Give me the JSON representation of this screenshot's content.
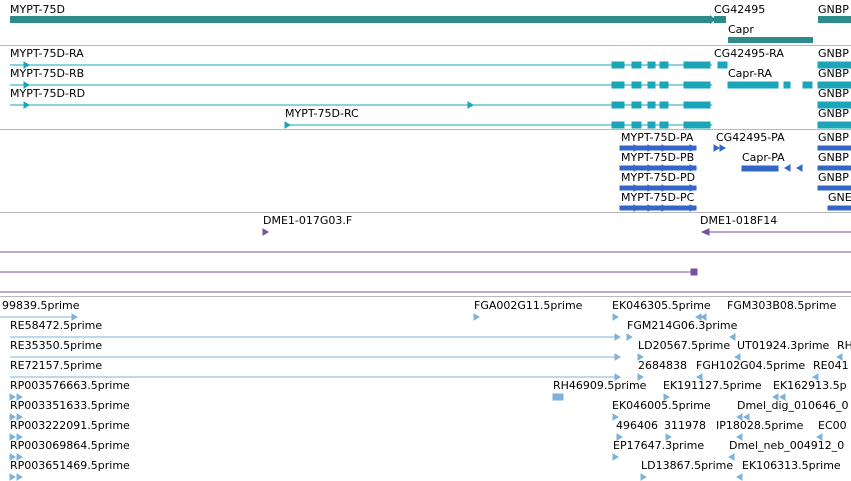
{
  "colors": {
    "gene": "#2e8b8b",
    "transcript": "#1aa6b8",
    "protein": "#3466c8",
    "clone": "#7a4fa0",
    "est": "#7fb2d8",
    "separator": "#b8b8b8"
  },
  "genes_track": {
    "labels": [
      "MYPT-75D",
      "CG42495",
      "GNBP",
      "Capr"
    ]
  },
  "transcripts_track": {
    "labels": [
      "MYPT-75D-RA",
      "CG42495-RA",
      "GNBP",
      "MYPT-75D-RB",
      "Capr-RA",
      "GNBP",
      "MYPT-75D-RD",
      "GNBP",
      "MYPT-75D-RC",
      "GNBP"
    ]
  },
  "proteins_track": {
    "labels": [
      "MYPT-75D-PA",
      "CG42495-PA",
      "GNBP",
      "MYPT-75D-PB",
      "Capr-PA",
      "GNBP",
      "MYPT-75D-PD",
      "GNBP",
      "MYPT-75D-PC",
      "GNE"
    ]
  },
  "clones_track": {
    "labels": [
      "DME1-017G03.F",
      "DME1-018F14"
    ]
  },
  "est_track": {
    "labels": [
      "99839.5prime",
      "FGA002G11.5prime",
      "EK046305.5prime",
      "FGM303B08.5prime",
      "RE58472.5prime",
      "FGM214G06.3prime",
      "RE35350.5prime",
      "LD20567.5prime",
      "UT01924.3prime",
      "RH",
      "RE72157.5prime",
      "2684838",
      "FGH102G04.5prime",
      "RE041",
      "RP003576663.5prime",
      "RH46909.5prime",
      "EK191127.5prime",
      "EK162913.5p",
      "RP003351633.5prime",
      "EK046005.5prime",
      "Dmel_dig_010646_0",
      "RP003222091.5prime",
      "496406",
      "311978",
      "IP18028.5prime",
      "EC00",
      "RP003069864.5prime",
      "EP17647.3prime",
      "Dmel_neb_004912_0",
      "RP003651469.5prime",
      "LD13867.5prime",
      "EK106313.5prime"
    ]
  }
}
